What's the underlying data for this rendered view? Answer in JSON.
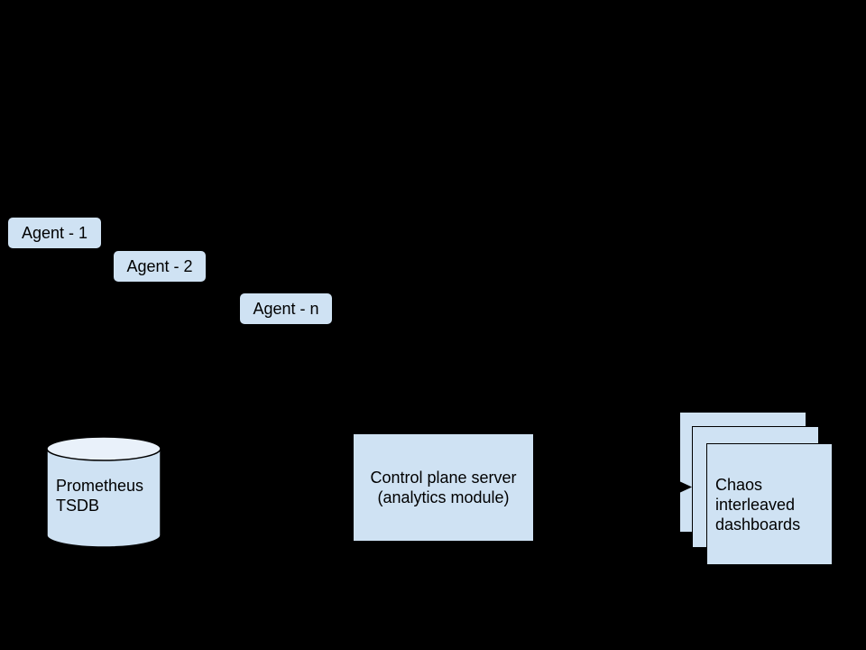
{
  "theme": {
    "canvas-bg": "#000000",
    "node-fill": "#cfe2f3",
    "node-border": "#000000",
    "cylinder-top-fill": "#e9f1fa",
    "text-color": "#000000",
    "arrow-color": "#000000"
  },
  "agents": [
    {
      "label": "Agent - 1"
    },
    {
      "label": "Agent - 2"
    },
    {
      "label": "Agent - n"
    }
  ],
  "database": {
    "label": "Prometheus\nTSDB"
  },
  "control_plane": {
    "label": "Control plane server\n(analytics module)"
  },
  "dashboards": {
    "label": "Chaos\ninterleaved\ndashboards",
    "stack_count": 3
  },
  "connector": {
    "direction": "right"
  }
}
